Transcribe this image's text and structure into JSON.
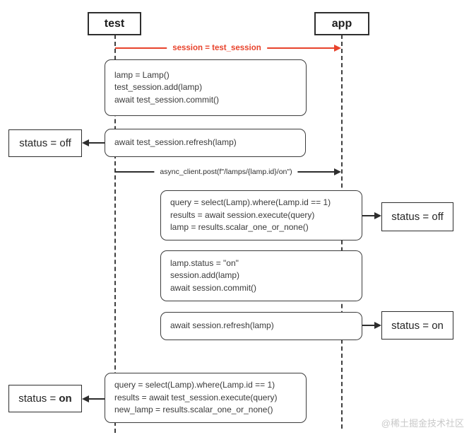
{
  "diagram": {
    "type": "sequence-diagram",
    "colors": {
      "accent_red": "#e8432c",
      "line": "#2e2e2e"
    },
    "actors": [
      {
        "label": "test"
      },
      {
        "label": "app"
      }
    ],
    "messages": {
      "session_assign": {
        "label": "session = test_session"
      },
      "post_request": {
        "label": "async_client.post(f\"/lamps/{lamp.id}/on\")"
      }
    },
    "code_blocks": {
      "create_lamp": {
        "lines": [
          "lamp = Lamp()",
          "test_session.add(lamp)",
          "await test_session.commit()"
        ]
      },
      "refresh_test": {
        "lines": [
          "await test_session.refresh(lamp)"
        ]
      },
      "query_session": {
        "lines": [
          "query = select(Lamp).where(Lamp.id == 1)",
          "results = await session.execute(query)",
          "lamp = results.scalar_one_or_none()"
        ]
      },
      "set_status": {
        "lines": [
          "lamp.status = \"on\"",
          "session.add(lamp)",
          "await session.commit()"
        ]
      },
      "refresh_session": {
        "lines": [
          "await session.refresh(lamp)"
        ]
      },
      "query_test": {
        "lines": [
          "query = select(Lamp).where(Lamp.id == 1)",
          "results = await test_session.execute(query)",
          "new_lamp = results.scalar_one_or_none()"
        ]
      }
    },
    "status_boxes": {
      "left_off": {
        "prefix": "status = ",
        "value": "off"
      },
      "right_off": {
        "prefix": "status = ",
        "value": "off"
      },
      "right_on": {
        "prefix": "status = ",
        "value": "on"
      },
      "left_on": {
        "prefix": "status = ",
        "value": "on"
      }
    },
    "watermark": "@稀土掘金技术社区"
  }
}
